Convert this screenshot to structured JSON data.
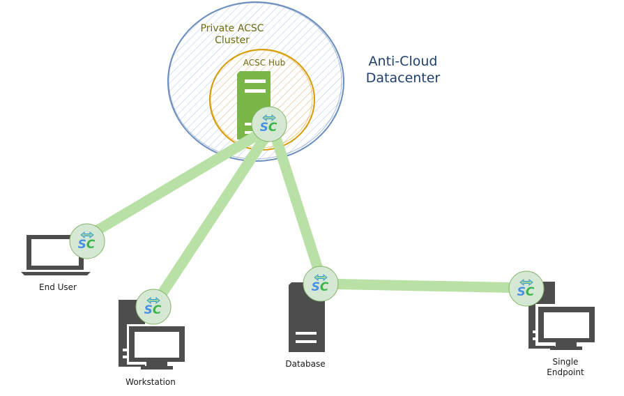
{
  "datacenter": {
    "title_line1": "Anti-Cloud",
    "title_line2": "Datacenter",
    "cluster_line1": "Private ACSC",
    "cluster_line2": "Cluster",
    "hub_label": "ACSC Hub"
  },
  "nodes": {
    "end_user": "End User",
    "workstation": "Workstation",
    "database": "Database",
    "single_endpoint_line1": "Single",
    "single_endpoint_line2": "Endpoint"
  },
  "badge": {
    "text": "SC",
    "icon": "bidirectional-arrow-icon"
  },
  "colors": {
    "cluster_stroke": "#6c8ebf",
    "hub_stroke": "#d79b00",
    "hub_server": "#7ab648",
    "link": "#b9e1a6",
    "badge_fill": "#d5e8d4",
    "device": "#4d4d4d",
    "title": "#1f3f6e"
  }
}
